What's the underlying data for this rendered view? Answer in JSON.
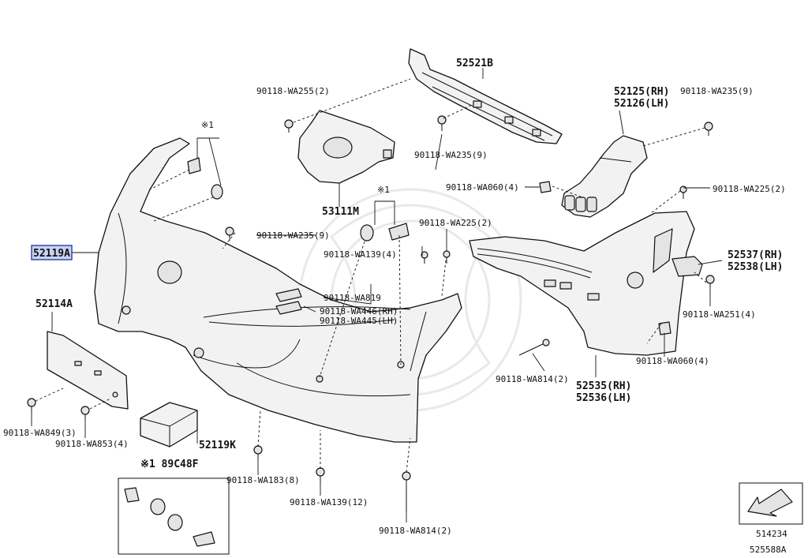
{
  "labels": {
    "p52521B": "52521B",
    "p90118_WA255_2": "90118-WA255(2)",
    "p52125_RH": "52125(RH)",
    "p52126_LH": "52126(LH)",
    "p90118_WA235_9_top": "90118-WA235(9)",
    "p90118_WA235_9_mid": "90118-WA235(9)",
    "p53111M": "53111M",
    "p90118_WA060_4_top": "90118-WA060(4)",
    "p90118_WA225_2_right": "90118-WA225(2)",
    "note_mark_1": "※1",
    "note_mark_2": "※1",
    "p90118_WA225_2_mid": "90118-WA225(2)",
    "p90118_WA235_9_left": "90118-WA235(9)",
    "p52119A": "52119A",
    "p90118_WA139_4": "90118-WA139(4)",
    "p52537_RH": "52537(RH)",
    "p52538_LH": "52538(LH)",
    "p90118_WA819": "90118-WA819",
    "p52114A": "52114A",
    "p90118_WA446_RH": "90118-WA446(RH)",
    "p90118_WA445_LH": "90118-WA445(LH)",
    "p90118_WA251_4": "90118-WA251(4)",
    "p90118_WA060_4_bottom": "90118-WA060(4)",
    "p90118_WA814_2_right": "90118-WA814(2)",
    "p52535_RH": "52535(RH)",
    "p52536_LH": "52536(LH)",
    "p90118_WA849_3": "90118-WA849(3)",
    "p52119K": "52119K",
    "p90118_WA853_4": "90118-WA853(4)",
    "p89C48F": "※1 89C48F",
    "p90118_WA183_8": "90118-WA183(8)",
    "p90118_WA139_12": "90118-WA139(12)",
    "p90118_WA814_2_bottom": "90118-WA814(2)",
    "p514234": "514234",
    "fig_id": "525588A"
  },
  "colors": {
    "highlight_fill": "#c9d2f2",
    "highlight_stroke": "#2a3fa8",
    "line": "#111111"
  }
}
